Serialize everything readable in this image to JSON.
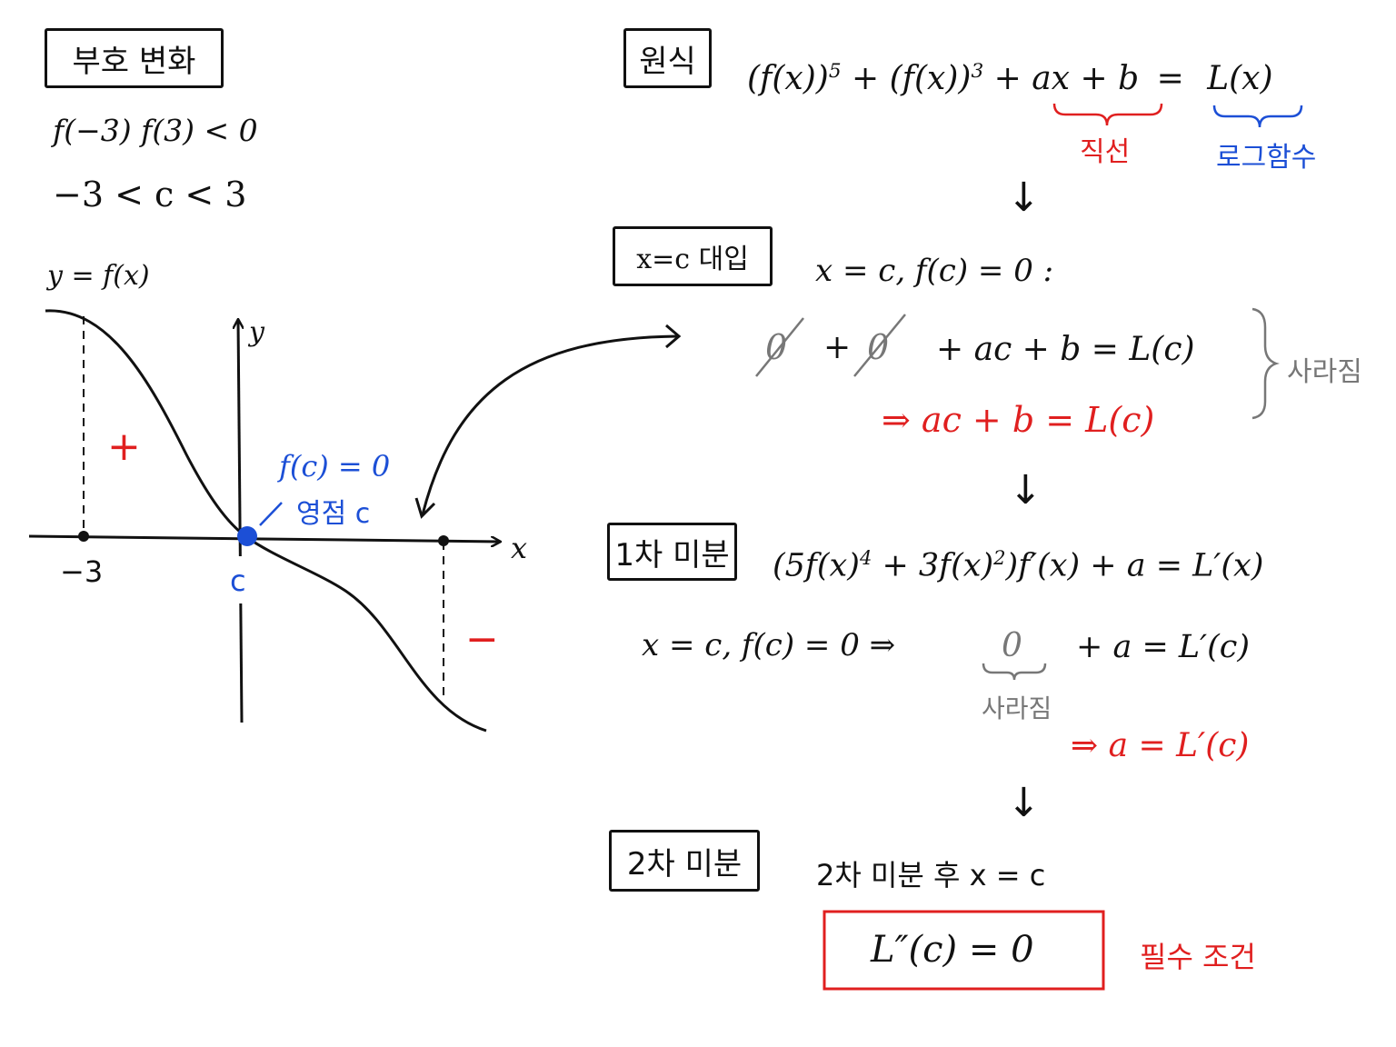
{
  "colors": {
    "ink": "#111111",
    "red": "#e01f1f",
    "blue": "#1c4fd6",
    "gray": "#777777"
  },
  "left": {
    "title": "부호 변화",
    "cond1": "f(−3) f(3) < 0",
    "cond2": "−3 < c < 3",
    "graph": {
      "curve_label": "y = f(x)",
      "x_axis": "x",
      "y_axis": "y",
      "tick_neg3": "−3",
      "tick_c": "c",
      "plus": "+",
      "minus": "−",
      "zero_label": "f(c) = 0",
      "zero_note": "영점 c"
    }
  },
  "step1": {
    "title": "원식",
    "eq_a": "(f(x))",
    "eq_a_exp": "5",
    "eq_b": "+ (f(x))",
    "eq_b_exp": "3",
    "eq_plus": "+",
    "eq_linear": "ax + b",
    "eq_equal": "=",
    "eq_rhs": "L(x)",
    "label_linear": "직선",
    "label_log": "로그함수"
  },
  "step2": {
    "title": "x=c 대입",
    "cond": "x = c,   f(c) = 0 :",
    "zero": "0",
    "plus": "+",
    "rest": "+ ac + b  =  L(c)",
    "vanish": "사라짐",
    "result": "⇒ ac + b = L(c)"
  },
  "step3": {
    "title": "1차 미분",
    "eq_open": "(5f(x)",
    "eq_exp1": "4",
    "eq_mid": " + 3f(x)",
    "eq_exp2": "2",
    "eq_close": ")f′(x) + a  =  L′(x)",
    "cond": "x = c,   f(c) = 0   ⇒",
    "zero": "0",
    "rest": "+ a  =  L′(c)",
    "vanish": "사라짐",
    "result": "⇒ a  =  L′(c)"
  },
  "step4": {
    "title": "2차 미분",
    "desc": "2차 미분 후  x = c",
    "result": "L″(c) = 0",
    "note": "필수 조건"
  },
  "arrow_down": "↓"
}
